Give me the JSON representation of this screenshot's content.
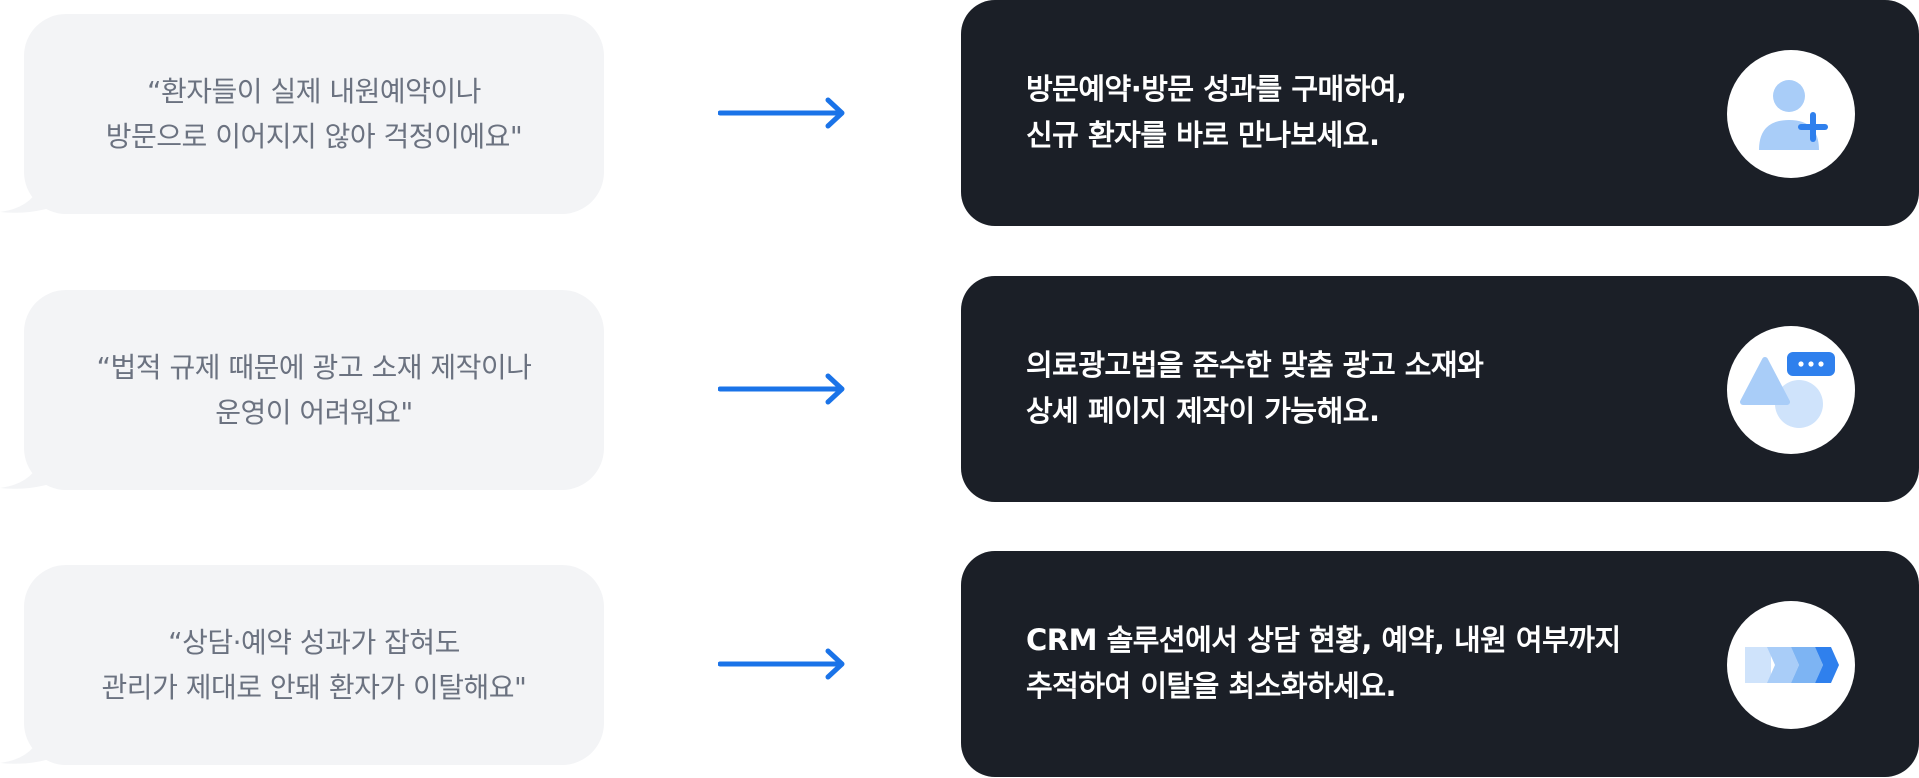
{
  "rows": [
    {
      "problem_lines": [
        "“환자들이 실제 내원예약이나",
        "방문으로 이어지지 않아 걱정이에요\""
      ],
      "solution_lines": [
        "방문예약·방문 성과를 구매하여,",
        "신규 환자를 바로 만나보세요."
      ],
      "icon": "add-user-icon"
    },
    {
      "problem_lines": [
        "“법적 규제 때문에 광고 소재 제작이나",
        "운영이 어려워요\""
      ],
      "solution_lines": [
        "의료광고법을 준수한 맞춤 광고 소재와",
        "상세 페이지 제작이 가능해요."
      ],
      "icon": "ad-creative-icon"
    },
    {
      "problem_lines": [
        "“상담·예약 성과가 잡혀도",
        "관리가 제대로 안돼 환자가 이탈해요\""
      ],
      "solution_lines": [
        "CRM 솔루션에서 상담 현황, 예약, 내원 여부까지",
        "추적하여 이탈을 최소화하세요."
      ],
      "icon": "pipeline-steps-icon"
    }
  ],
  "colors": {
    "bubble": "#f3f4f6",
    "quote_text": "#6b7280",
    "card": "#1b1f27",
    "arrow": "#1a73e8",
    "icon_blue": "#2f80ed",
    "icon_light": "#a9cdf8"
  }
}
